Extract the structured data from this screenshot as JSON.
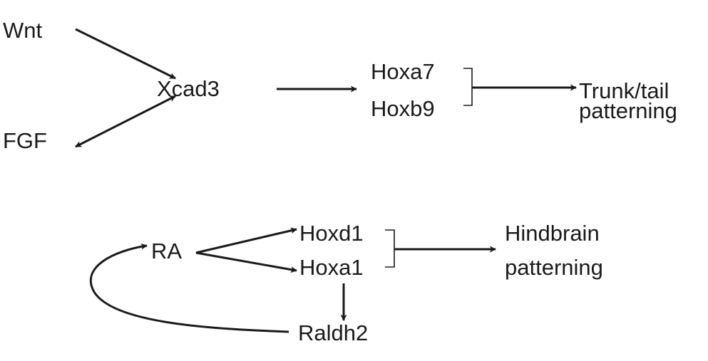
{
  "top_pathway": {
    "wnt": "Wnt",
    "fgf": "FGF",
    "xcad3": "Xcad3",
    "hoxa7": "Hoxa7",
    "hoxb9": "Hoxb9",
    "outcome_line1": "Trunk/tail",
    "outcome_line2": "patterning"
  },
  "bottom_pathway": {
    "ra": "RA",
    "hoxd1": "Hoxd1",
    "hoxa1": "Hoxa1",
    "raldh2": "Raldh2",
    "outcome_line1": "Hindbrain",
    "outcome_line2": "patterning"
  },
  "colors": {
    "ink": "#1a1a1a",
    "background": "#ffffff"
  }
}
